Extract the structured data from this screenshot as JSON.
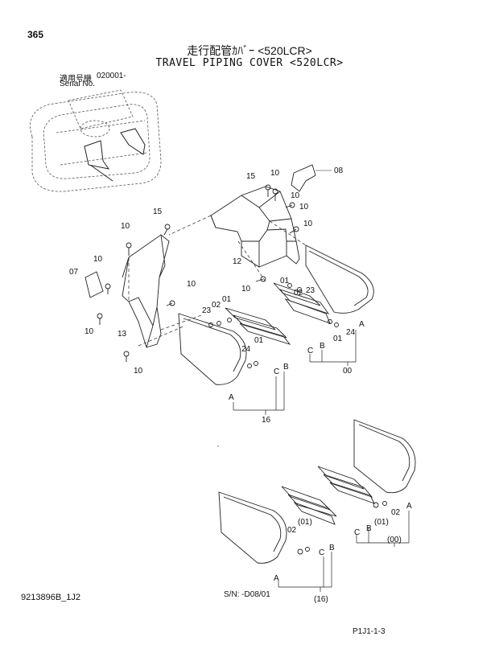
{
  "header": {
    "page_number": "365",
    "title_jp": "走行配管ｶﾊﾞｰ <520LCR>",
    "title_en": "TRAVEL PIPING COVER <520LCR>",
    "serial_label_jp": "適用号機",
    "serial_label_en": "Serial No.",
    "serial_value": "020001-"
  },
  "footer": {
    "doc_code": "9213896B_1J2",
    "sn_range": "S/N: -D08/01",
    "page_code": "P1J1-1-3"
  },
  "callouts": {
    "c08": "08",
    "c10a": "10",
    "c10b": "10",
    "c10c": "10",
    "c10d": "10",
    "c15a": "15",
    "c12": "12",
    "c15b": "15",
    "c10e": "10",
    "c10f": "10",
    "c07": "07",
    "c10g": "10",
    "c13": "13",
    "c10h": "10",
    "c10i": "10",
    "c10j": "10",
    "c01a": "01",
    "c02a": "02",
    "c23a": "23",
    "c24a": "24",
    "c01b": "01",
    "cAa": "A",
    "cBa": "B",
    "cCa": "C",
    "c00": "00",
    "c23b": "23",
    "c02b": "02",
    "c01c": "01",
    "c01d": "01",
    "c24b": "24",
    "cAb": "A",
    "cBb": "B",
    "cCb": "C",
    "c16": "16",
    "c02c": "02",
    "c01e": "(01)",
    "cAc": "A",
    "cBc": "B",
    "cCc": "C",
    "c00p": "(00)",
    "c02d": "02",
    "c01f": "(01)",
    "cAd": "A",
    "cBd": "B",
    "cCd": "C",
    "c16p": "(16)"
  }
}
